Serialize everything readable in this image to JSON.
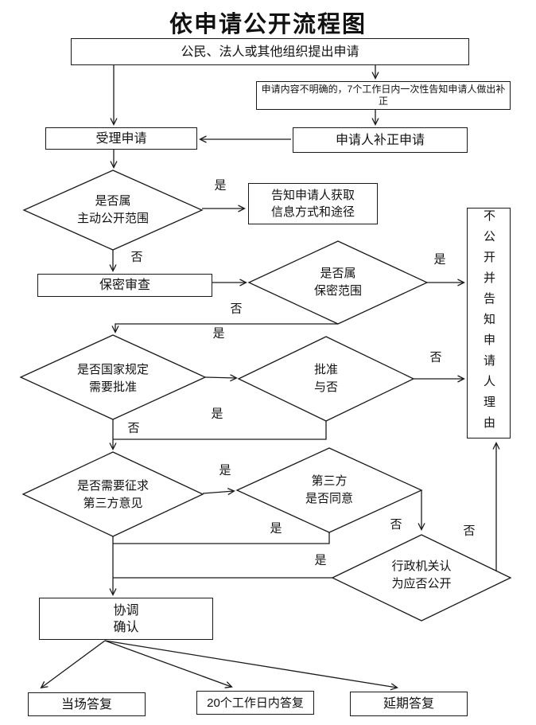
{
  "title": "依申请公开流程图",
  "labels": {
    "yes": "是",
    "no": "否"
  },
  "nodes": {
    "apply": "公民、法人或其他组织提出申请",
    "clarify_note": "申请内容不明确的，7个工作日内一次性告知申请人做出补正",
    "accept": "受理申请",
    "supplement": "申请人补正申请",
    "proactive_decision": {
      "line1": "是否属",
      "line2": "主动公开范围"
    },
    "inform": {
      "line1": "告知申请人获取",
      "line2": "信息方式和途径"
    },
    "secrecy_review": "保密审查",
    "secret_decision": {
      "line1": "是否属",
      "line2": "保密范围"
    },
    "not_disclose": "不公开并告知申请人理由",
    "approval_required_decision": {
      "line1": "是否国家规定",
      "line2": "需要批准"
    },
    "approved_decision": {
      "line1": "批准",
      "line2": "与否"
    },
    "third_party_consult_decision": {
      "line1": "是否需要征求",
      "line2": "第三方意见"
    },
    "third_party_agree_decision": {
      "line1": "第三方",
      "line2": "是否同意"
    },
    "agency_decision": {
      "line1": "行政机关认",
      "line2": "为应否公开"
    },
    "coordinate": {
      "line1": "协调",
      "line2": "确认"
    },
    "reply_onsite": "当场答复",
    "reply_20days": "20个工作日内答复",
    "reply_delayed": "延期答复"
  }
}
